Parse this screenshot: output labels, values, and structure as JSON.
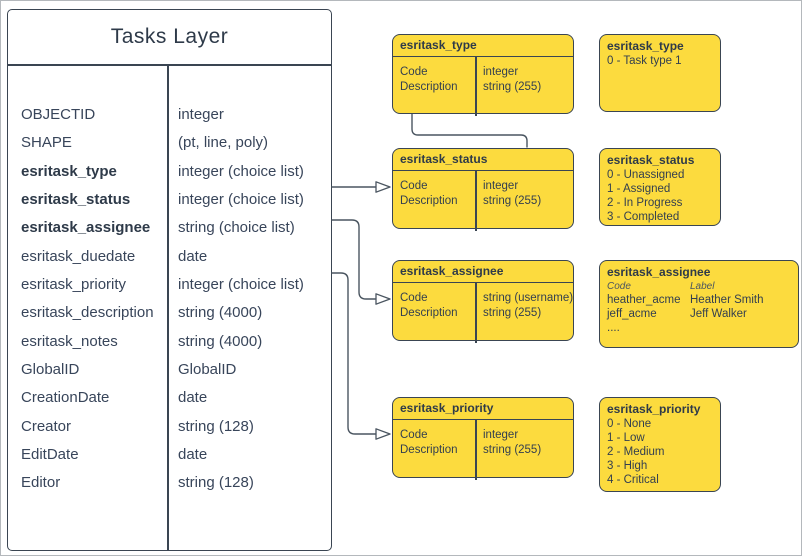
{
  "colors": {
    "fill_yellow": "#FCDB3E",
    "stroke_dark": "#3A4552",
    "text_dark": "#2E3A49",
    "connector": "#4A5560",
    "frame": "#B4B8BC"
  },
  "tasks_table": {
    "title": "Tasks Layer",
    "rows": [
      {
        "name": "OBJECTID",
        "type": "integer"
      },
      {
        "name": "SHAPE",
        "type": "(pt, line, poly)"
      },
      {
        "name": "esritask_type",
        "type": "integer (choice list)"
      },
      {
        "name": "esritask_status",
        "type": "integer (choice list)"
      },
      {
        "name": "esritask_assignee",
        "type": "string (choice list)"
      },
      {
        "name": "esritask_duedate",
        "type": "date"
      },
      {
        "name": "esritask_priority",
        "type": "integer (choice list)"
      },
      {
        "name": "esritask_description",
        "type": "string (4000)"
      },
      {
        "name": "esritask_notes",
        "type": "string (4000)"
      },
      {
        "name": "GlobalID",
        "type": "GlobalID"
      },
      {
        "name": "CreationDate",
        "type": "date"
      },
      {
        "name": "Creator",
        "type": "string (128)"
      },
      {
        "name": "EditDate",
        "type": "date"
      },
      {
        "name": "Editor",
        "type": "string (128)"
      }
    ]
  },
  "schema_boxes": [
    {
      "title": "esritask_type",
      "field_1": "Code",
      "field_2": "Description",
      "type_1": "integer",
      "type_2": "string (255)"
    },
    {
      "title": "esritask_status",
      "field_1": "Code",
      "field_2": "Description",
      "type_1": "integer",
      "type_2": "string (255)"
    },
    {
      "title": "esritask_assignee",
      "field_1": "Code",
      "field_2": "Description",
      "type_1": "string (username)",
      "type_2": "string (255)"
    },
    {
      "title": "esritask_priority",
      "field_1": "Code",
      "field_2": "Description",
      "type_1": "integer",
      "type_2": "string (255)"
    }
  ],
  "value_boxes": {
    "type": {
      "title": "esritask_type",
      "values": [
        "0 - Task type 1"
      ]
    },
    "status": {
      "title": "esritask_status",
      "values": [
        "0 - Unassigned",
        "1 - Assigned",
        "2 - In Progress",
        "3 - Completed"
      ]
    },
    "assignee": {
      "title": "esritask_assignee",
      "col_code": "Code",
      "col_label": "Label",
      "entries": [
        {
          "code": "heather_acme",
          "label": "Heather Smith"
        },
        {
          "code": "jeff_acme",
          "label": "Jeff Walker"
        }
      ],
      "more": "...."
    },
    "priority": {
      "title": "esritask_priority",
      "values": [
        "0 - None",
        "1 - Low",
        "2 - Medium",
        "3 - High",
        "4 - Critical"
      ]
    }
  }
}
